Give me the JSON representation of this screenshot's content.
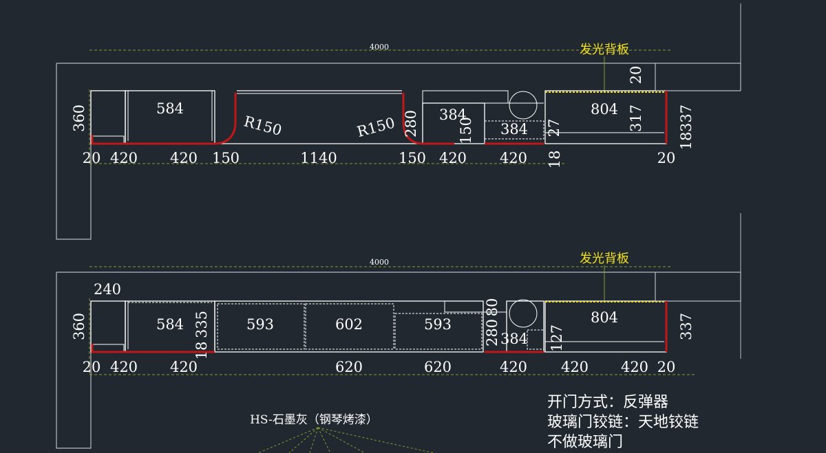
{
  "top_plan": {
    "overall_width": "4000",
    "backlight_label": "发光背板",
    "gap_label": "20",
    "height_label": "360",
    "cells": [
      "584",
      "384",
      "384",
      "804"
    ],
    "radius_labels": [
      "R150",
      "R150"
    ],
    "vertical_labels": [
      "280",
      "150",
      "27",
      "317",
      "337",
      "18"
    ],
    "bottom_dims": [
      "20",
      "420",
      "420",
      "150",
      "1140",
      "150",
      "420",
      "420",
      "18",
      "20"
    ]
  },
  "bottom_plan": {
    "overall_width": "4000",
    "backlight_label": "发光背板",
    "depth_label": "240",
    "height_label": "360",
    "cells": [
      "584",
      "593",
      "602",
      "593",
      "384",
      "804"
    ],
    "vertical_labels": [
      "335",
      "18",
      "80",
      "280",
      "127",
      "337"
    ],
    "bottom_dims": [
      "20",
      "420",
      "420",
      "620",
      "620",
      "420",
      "420",
      "420",
      "20"
    ]
  },
  "notes": {
    "door_opening": "开门方式：反弹器",
    "glass_hinge": "玻璃门铰链：天地铰链",
    "no_glass": "不做玻璃门"
  },
  "material_label": "HS-石墨灰（钢琴烤漆）"
}
